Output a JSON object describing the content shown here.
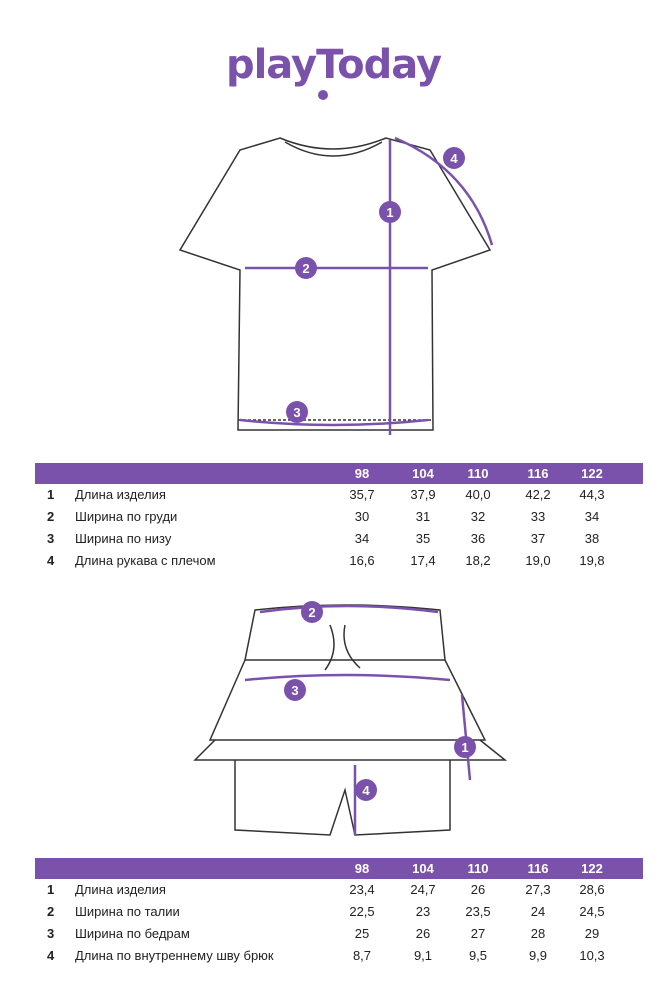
{
  "brand": "playToday",
  "accent": "#7b52ab",
  "sizes": [
    "98",
    "104",
    "110",
    "116",
    "122"
  ],
  "tshirt": {
    "markers": [
      "1",
      "2",
      "3",
      "4"
    ],
    "rows": [
      {
        "n": "1",
        "label": "Длина изделия",
        "values": [
          "35,7",
          "37,9",
          "40,0",
          "42,2",
          "44,3"
        ]
      },
      {
        "n": "2",
        "label": "Ширина по груди",
        "values": [
          "30",
          "31",
          "32",
          "33",
          "34"
        ]
      },
      {
        "n": "3",
        "label": "Ширина по низу",
        "values": [
          "34",
          "35",
          "36",
          "37",
          "38"
        ]
      },
      {
        "n": "4",
        "label": "Длина рукава с плечом",
        "values": [
          "16,6",
          "17,4",
          "18,2",
          "19,0",
          "19,8"
        ]
      }
    ]
  },
  "skort": {
    "markers": [
      "1",
      "2",
      "3",
      "4"
    ],
    "rows": [
      {
        "n": "1",
        "label": "Длина изделия",
        "values": [
          "23,4",
          "24,7",
          "26",
          "27,3",
          "28,6"
        ]
      },
      {
        "n": "2",
        "label": "Ширина по талии",
        "values": [
          "22,5",
          "23",
          "23,5",
          "24",
          "24,5"
        ]
      },
      {
        "n": "3",
        "label": "Ширина по бедрам",
        "values": [
          "25",
          "26",
          "27",
          "28",
          "29"
        ]
      },
      {
        "n": "4",
        "label": "Длина по внутреннему шву брюк",
        "values": [
          "8,7",
          "9,1",
          "9,5",
          "9,9",
          "10,3"
        ]
      }
    ]
  }
}
